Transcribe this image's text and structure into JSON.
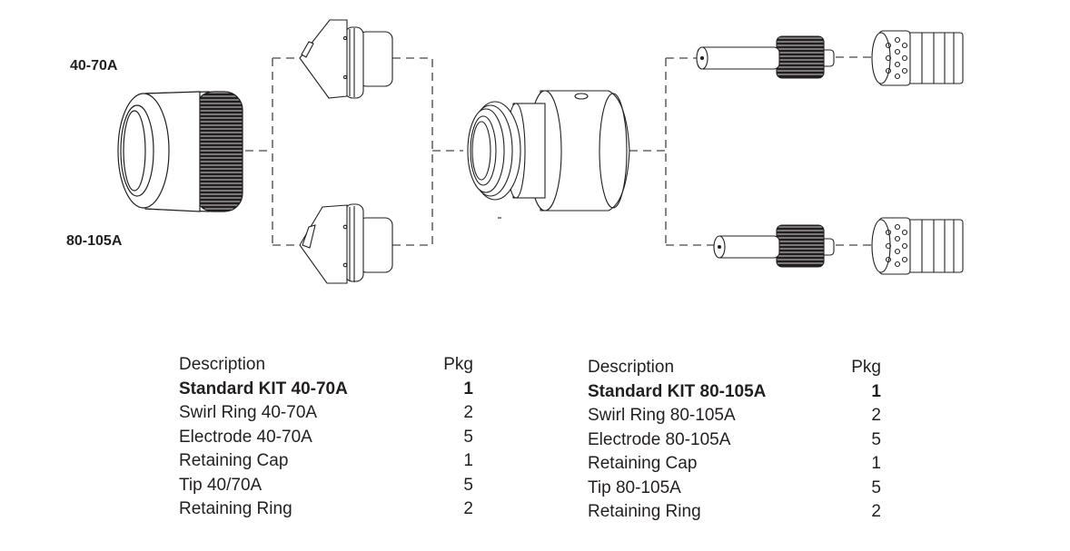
{
  "diagram": {
    "labels": {
      "upper_range": "40-70A",
      "lower_range": "80-105A"
    },
    "parts": [
      {
        "name": "retaining-cap"
      },
      {
        "name": "tip-40-70a"
      },
      {
        "name": "tip-80-105a"
      },
      {
        "name": "retaining-ring"
      },
      {
        "name": "electrode-40-70a"
      },
      {
        "name": "electrode-80-105a"
      },
      {
        "name": "swirl-ring-40-70a"
      },
      {
        "name": "swirl-ring-80-105a"
      }
    ],
    "line_color": "#666666",
    "ink_color": "#231f20"
  },
  "tables": [
    {
      "header": {
        "description": "Description",
        "pkg": "Pkg"
      },
      "rows": [
        {
          "description": "Standard KIT 40-70A",
          "pkg": "1",
          "bold": true
        },
        {
          "description": "Swirl Ring 40-70A",
          "pkg": "2"
        },
        {
          "description": "Electrode 40-70A",
          "pkg": "5"
        },
        {
          "description": "Retaining Cap",
          "pkg": "1"
        },
        {
          "description": "Tip 40/70A",
          "pkg": "5"
        },
        {
          "description": "Retaining Ring",
          "pkg": "2"
        }
      ]
    },
    {
      "header": {
        "description": "Description",
        "pkg": "Pkg"
      },
      "rows": [
        {
          "description": "Standard KIT 80-105A",
          "pkg": "1",
          "bold": true
        },
        {
          "description": "Swirl Ring 80-105A",
          "pkg": "2"
        },
        {
          "description": "Electrode 80-105A",
          "pkg": "5"
        },
        {
          "description": "Retaining Cap",
          "pkg": "1"
        },
        {
          "description": "Tip 80-105A",
          "pkg": "5"
        },
        {
          "description": "Retaining Ring",
          "pkg": "2"
        }
      ]
    }
  ]
}
